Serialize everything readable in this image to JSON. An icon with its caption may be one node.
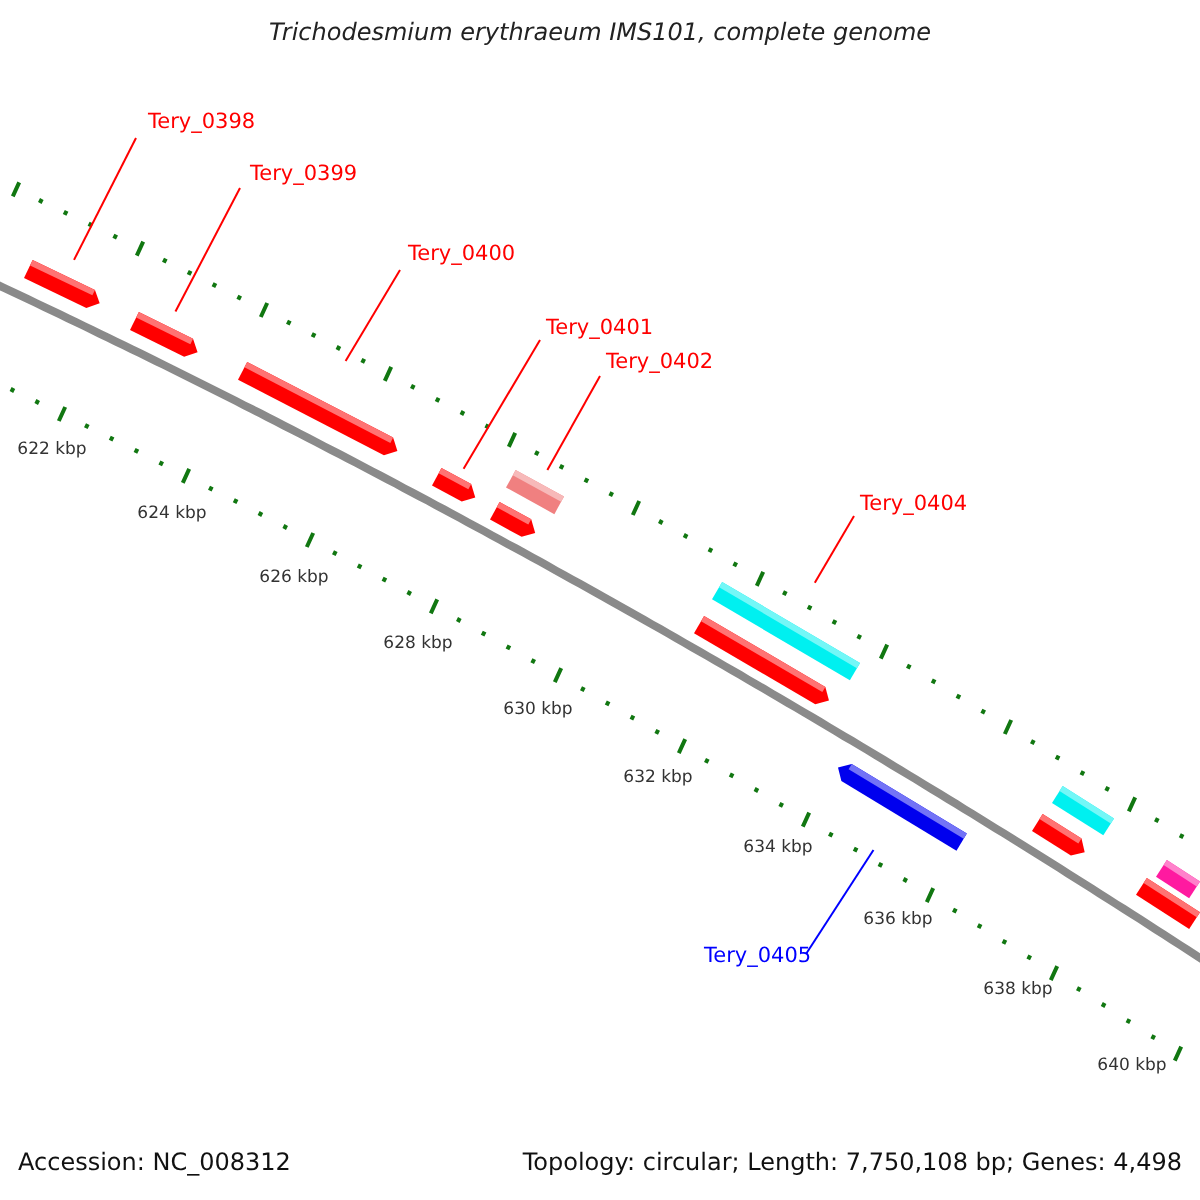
{
  "diagram": {
    "title": "Trichodesmium erythraeum IMS101, complete genome",
    "nodes": [
      {
        "text": [
          "Tery_0398"
        ]
      },
      {
        "text": [
          "Tery_0399"
        ]
      },
      {
        "text": [
          "Tery_0400"
        ]
      },
      {
        "text": [
          "Tery_0401"
        ]
      },
      {
        "text": [
          "Tery_0402"
        ]
      },
      {
        "text": [
          "Tery_0404"
        ]
      },
      {
        "text": [
          "Tery_0405"
        ]
      },
      {
        "text": [],
        "shape": "bar"
      },
      {
        "text": [],
        "shape": "bar"
      },
      {
        "text": [],
        "shape": "bar"
      },
      {
        "text": [],
        "shape": "bar"
      },
      {
        "text": [],
        "shape": "bar"
      },
      {
        "text": [],
        "shape": "bar"
      },
      {
        "text": [],
        "shape": "bar"
      },
      {
        "text": [],
        "shape": "bar"
      },
      {
        "text": [],
        "shape": "bar"
      },
      {
        "text": [],
        "shape": "bar"
      },
      {
        "text": [],
        "shape": "bar"
      },
      {
        "text": [],
        "shape": "bar"
      },
      {
        "text": [],
        "shape": "bar"
      }
    ],
    "edges": [
      {
        "from": 0,
        "to": 7,
        "arrow": "none"
      },
      {
        "from": 1,
        "to": 8,
        "arrow": "none"
      },
      {
        "from": 2,
        "to": 9,
        "arrow": "none"
      },
      {
        "from": 3,
        "to": 10,
        "arrow": "none"
      },
      {
        "from": 4,
        "to": 11,
        "arrow": "none"
      },
      {
        "from": 5,
        "to": 13,
        "arrow": "none"
      },
      {
        "from": 6,
        "to": 15,
        "arrow": "none",
        "color": "#0000ff"
      }
    ],
    "labels": [
      "622 kbp",
      "624 kbp",
      "626 kbp",
      "628 kbp",
      "630 kbp",
      "632 kbp",
      "634 kbp",
      "636 kbp",
      "638 kbp",
      "640 kbp",
      "Accession: NC_008312",
      "Topology: circular; Length: 7,750,108 bp; Genes: 4,498"
    ]
  }
}
